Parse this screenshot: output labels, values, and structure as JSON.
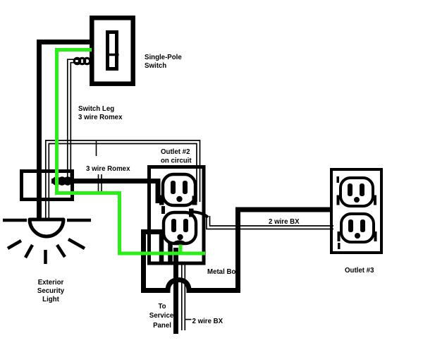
{
  "colors": {
    "background": "#ffffff",
    "wire_black": "#000000",
    "ground_wire_green": "#2bee18"
  },
  "labels": {
    "single_pole_switch": [
      "Single-Pole",
      "Switch"
    ],
    "switch_leg": [
      "Switch Leg",
      "3 wire Romex"
    ],
    "romex_3_wire": "3 wire Romex",
    "outlet2": [
      "Outlet #2",
      "on circuit"
    ],
    "metal_box": "Metal Box",
    "bx_2_wire_right": "2 wire BX",
    "outlet3": "Outlet #3",
    "service_panel": [
      "To",
      "Service",
      "Panel"
    ],
    "bx_2_wire_bottom": "2 wire BX",
    "exterior_light": [
      "Exterior",
      "Security",
      "Light"
    ]
  }
}
